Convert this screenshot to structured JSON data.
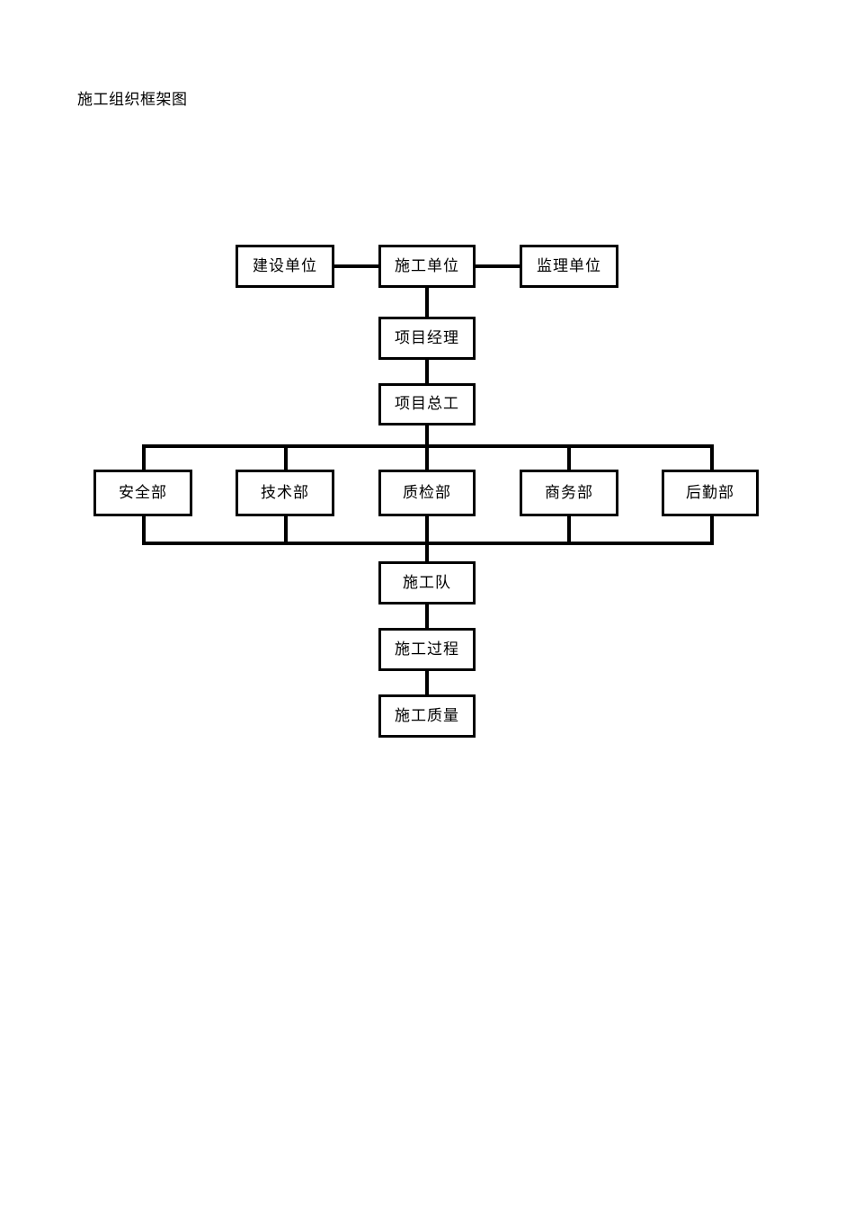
{
  "document": {
    "title": "施工组织框架图"
  },
  "diagram": {
    "type": "organization-flow-chart",
    "nodes": {
      "construction_owner": "建设单位",
      "contractor": "施工单位",
      "supervisor": "监理单位",
      "project_manager": "项目经理",
      "project_chief_engineer": "项目总工",
      "safety_dept": "安全部",
      "technical_dept": "技术部",
      "quality_dept": "质检部",
      "commercial_dept": "商务部",
      "logistics_dept": "后勤部",
      "construction_team": "施工队",
      "construction_process": "施工过程",
      "construction_quality": "施工质量"
    },
    "colors": {
      "stroke": "#000000",
      "fill": "#ffffff",
      "text": "#000000"
    }
  }
}
